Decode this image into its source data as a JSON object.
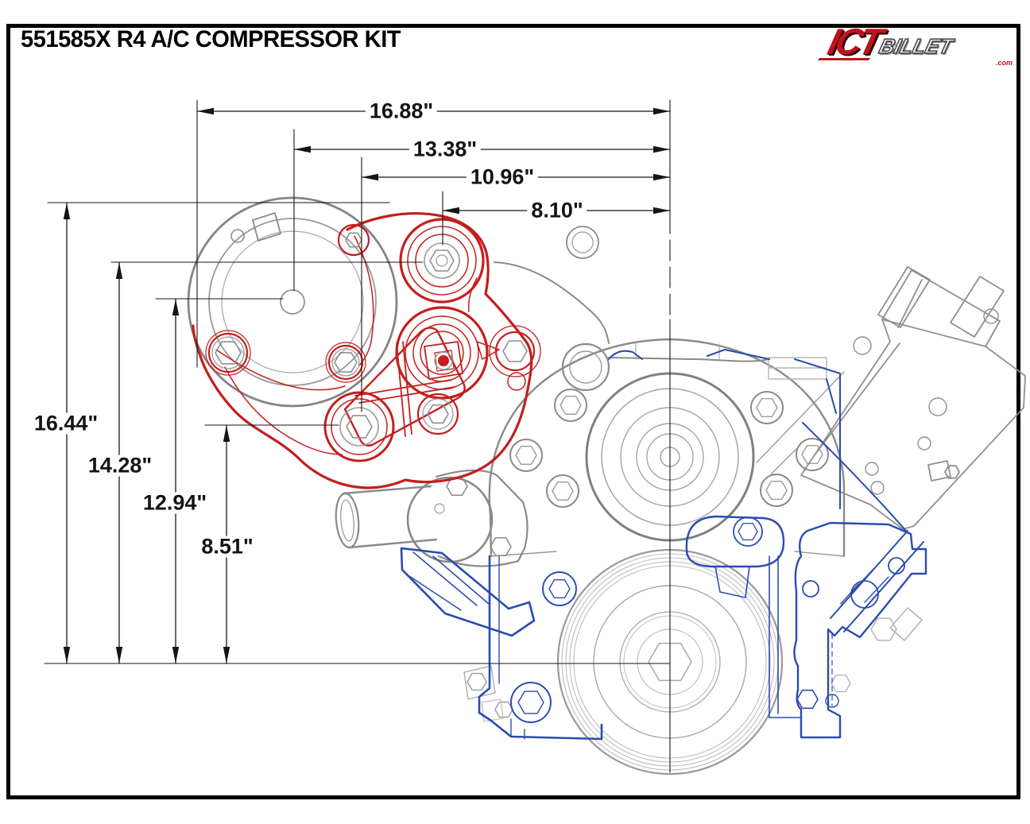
{
  "page": {
    "title": "551585X R4 A/C COMPRESSOR KIT"
  },
  "logo": {
    "primary": "ICT",
    "secondary": "BILLET",
    "suffix": ".com",
    "primary_color": "#c01219",
    "secondary_color": "#3c3c3c"
  },
  "drawing": {
    "kind": "dimensioned engine front-view line drawing",
    "highlighted_part": "R4 A/C compressor bracket kit (shown in red)",
    "colors": {
      "kit_red": "#c41e1e",
      "engine_gray": "#8a8a8a",
      "engine_light_gray": "#b6b6b6",
      "block_blue": "#2a4cb0",
      "dimension_black": "#161616"
    },
    "dimensions": {
      "horizontal": [
        {
          "label": "16.88\""
        },
        {
          "label": "13.38\""
        },
        {
          "label": "10.96\""
        },
        {
          "label": "8.10\""
        }
      ],
      "vertical": [
        {
          "label": "16.44\""
        },
        {
          "label": "14.28\""
        },
        {
          "label": "12.94\""
        },
        {
          "label": "8.51\""
        }
      ]
    }
  }
}
